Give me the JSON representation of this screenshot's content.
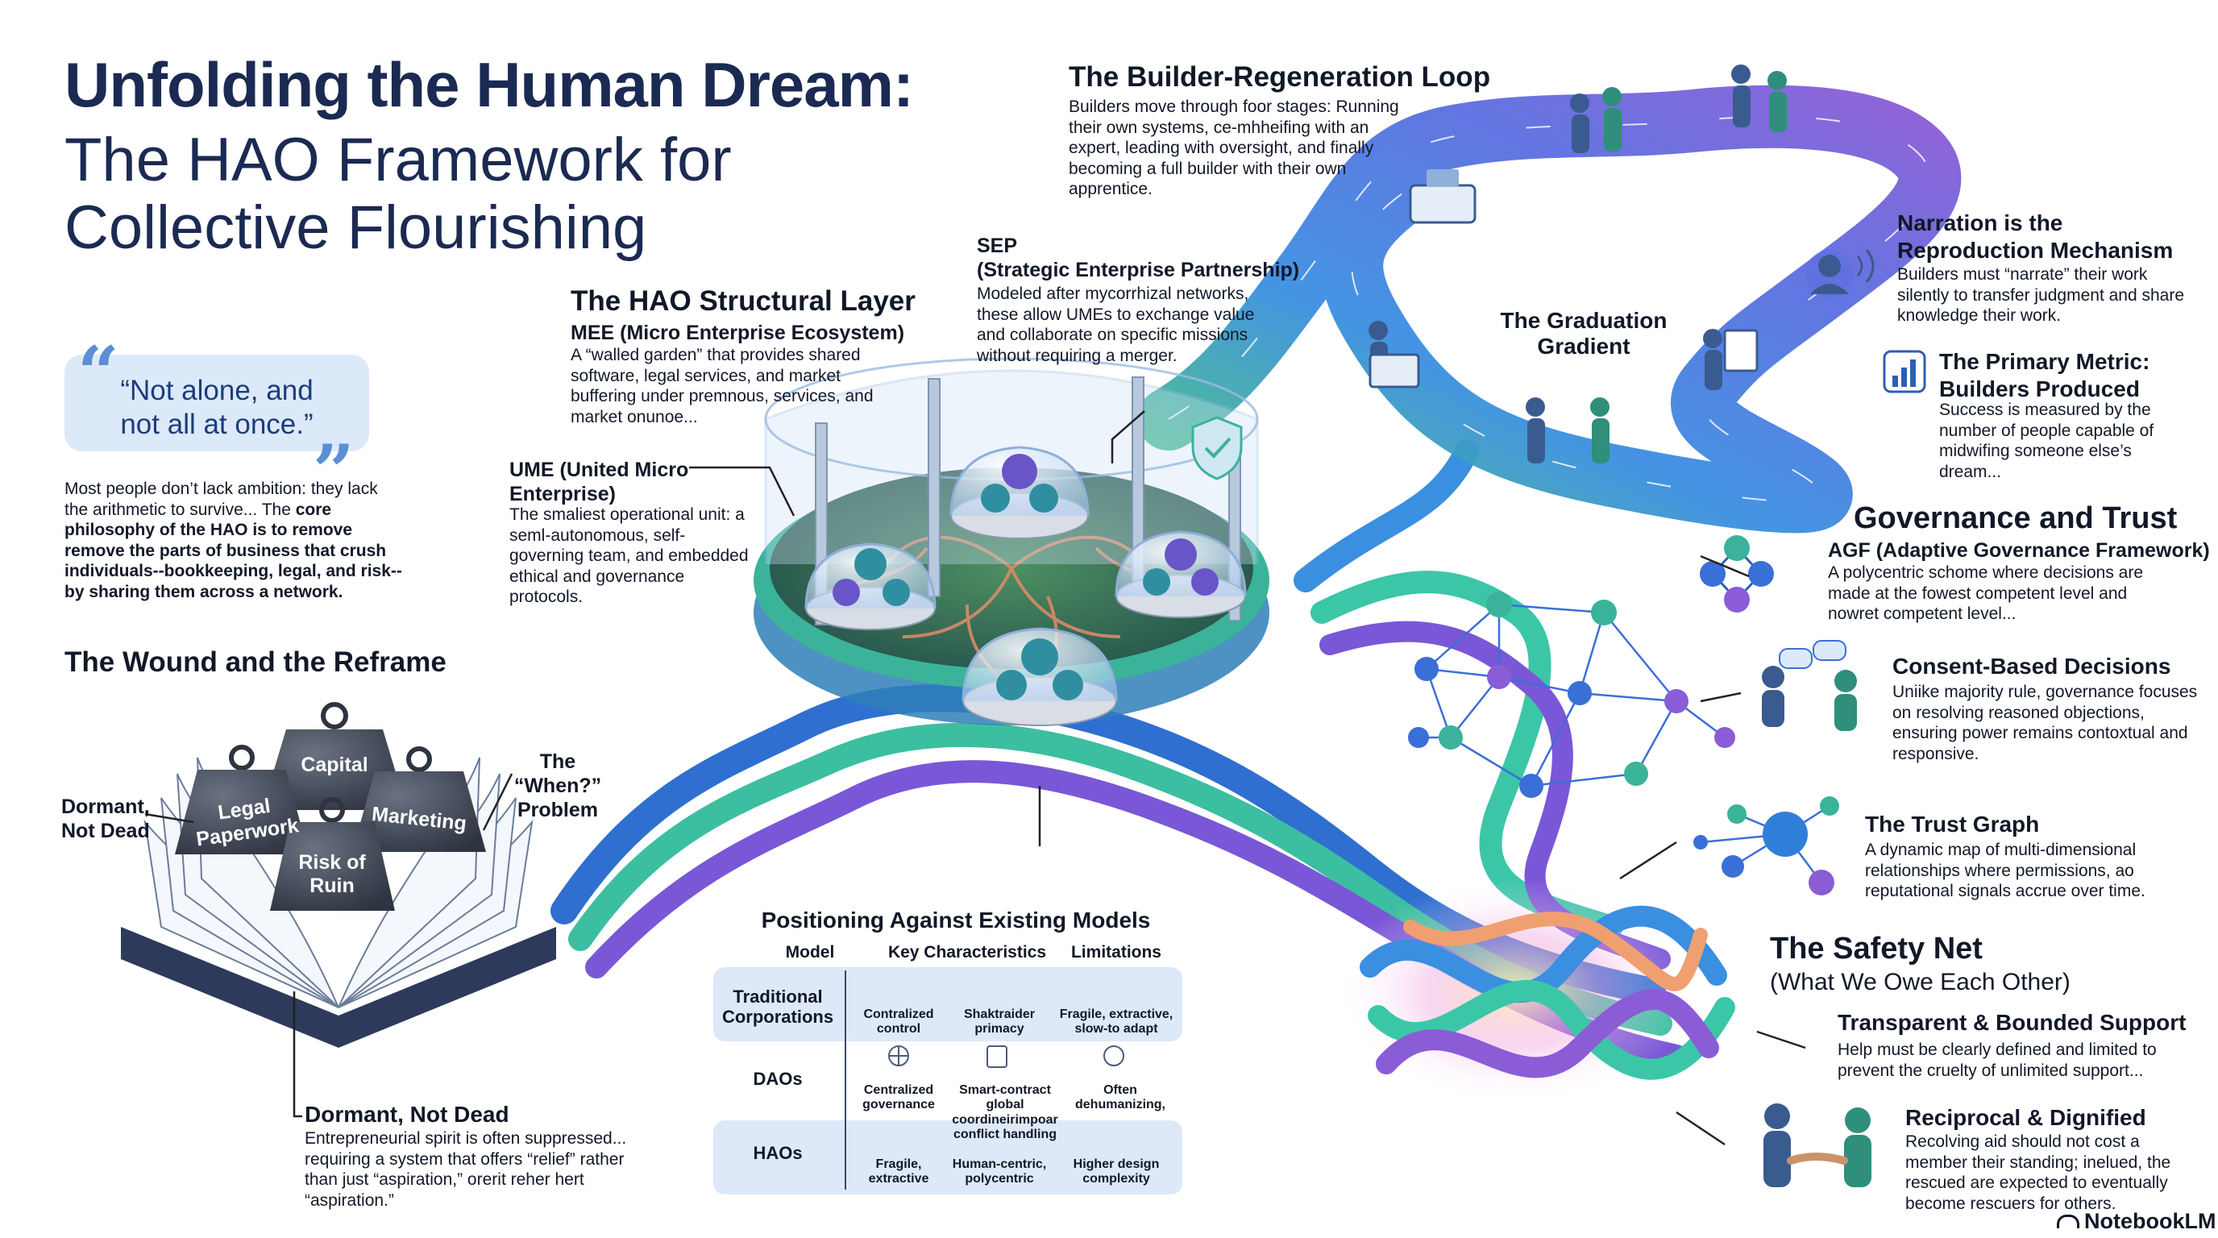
{
  "title": {
    "line1": "Unfolding the Human Dream:",
    "line2": "The HAO Framework for",
    "line3": "Collective Flourishing"
  },
  "quote": {
    "line1": "“Not alone, and",
    "line2": "not all at once.”"
  },
  "intro": {
    "plain": "Most people don’t lack ambition: they lack the arithmetic to survive... The ",
    "bold": "core philosophy of the HAO is to remove remove the parts of business that crush individuals--bookkeeping, legal, and risk--by sharing them across a network."
  },
  "wound": {
    "title": "The Wound and the Reframe",
    "weights": {
      "capital": "Capital",
      "legal": "Legal Paperwork",
      "risk": "Risk of Ruin",
      "marketing": "Marketing"
    },
    "left_label": "Dormant, Not Dead",
    "right_label": "The “When?” Problem",
    "bottom_title": "Dormant, Not Dead",
    "bottom_body": "Entrepreneurial spirit is often suppressed... requiring a system that offers “relief” rather than just “aspiration,” orerit reher hert “aspiration.”"
  },
  "structural": {
    "title": "The HAO Structural Layer",
    "mee_title": "MEE (Micro Enterprise Ecosystem)",
    "mee_body": "A “walled garden” that provides shared software, legal services, and market buffering under premnous, services, and market onuno­e...",
    "ume_title": "UME (United Micro Enterprise)",
    "ume_body": "The smaliest operational unit: a seml-autonomous, self-governing team, and embedded ethical and governance protocols.",
    "sep_title": "SEP",
    "sep_subtitle": "(Strategic Enterprise Partnership)",
    "sep_body": "Modeled after mycorrhizal networks, these allow UMEs to exchange value and collaborate on specific missions without requiring a merger."
  },
  "loop": {
    "title": "The Builder-Regeneration Loop",
    "body": "Builders move through foor stages: Running their own systems, ce-mhheifing with an expert, leading with oversight, and finally becoming a full builder with their own apprentice.",
    "gradient_label": "The Graduation Gradient",
    "narration_title": "Narration is the Reproduction Mechanism",
    "narration_body": "Builders must “narrate” their work silently to transfer judgment and share knowledge their work.",
    "metric_title": "The Primary Metric: Builders Produced",
    "metric_body": "Success is measured by the number of people capable of midwifing someone else’s dream..."
  },
  "governance": {
    "title": "Governance and Trust",
    "agf_title": "AGF (Adaptive Governance Framework)",
    "agf_body": "A polycentric schome where decisions are made at the fowest competent level and nowret competent level...",
    "consent_title": "Consent-Based Decisions",
    "consent_body": "Uniike majority rule, governance focuses on resolving reasoned objections, ensuring power remains contoxtual and responsive.",
    "trust_title": "The Trust Graph",
    "trust_body": "A dynamic map of multi-dimensional relationships where permissions, ao reputational signals accrue over time."
  },
  "safety": {
    "title": "The Safety Net",
    "subtitle": "(What We Owe Each Other)",
    "transparent_title": "Transparent & Bounded Support",
    "transparent_body": "Help must be clearly defined and limited to prevent the cruelty of unlimited support...",
    "reciprocal_title": "Reciprocal & Dignified",
    "reciprocal_body": "Recolving aid should not cost a member their standing; inelued, the rescued are expected to eventually become rescuers for others."
  },
  "positioning": {
    "title": "Positioning Against Existing Models",
    "headers": [
      "Model",
      "Key Characteristics",
      "Limitations"
    ],
    "rows": [
      {
        "model": "Traditional Corporations",
        "char1": "Contralized control",
        "char2": "Shaktraider primacy",
        "limit": "Fragile, extractive, slow-to adapt",
        "icons": [
          "org-chart-icon",
          "chip-icon",
          "hierarchy-icon"
        ]
      },
      {
        "model": "DAOs",
        "char1": "Centralized governance",
        "char2": "Smart-contract global coordineirimpoar conflict handling",
        "limit": "Often dehumanizing,",
        "icons": [
          "network-icon",
          "contract-icon",
          "gear-icon"
        ]
      },
      {
        "model": "HAOs",
        "char1": "Fragile, extractive",
        "char2": "Human-centric, polycentric",
        "limit": "Higher design complexity",
        "icons": [
          "hand-coin-icon",
          "people-icon",
          "gear-icon"
        ]
      }
    ]
  },
  "brand": "NotebookLM",
  "colors": {
    "navy": "#1b2a52",
    "quote_bg": "#dce9f9",
    "table_row": "#dde9f8",
    "teal": "#2bb3a8",
    "blue": "#3a6fd8",
    "purple": "#8a5cd6",
    "weight": "#3d4452"
  }
}
